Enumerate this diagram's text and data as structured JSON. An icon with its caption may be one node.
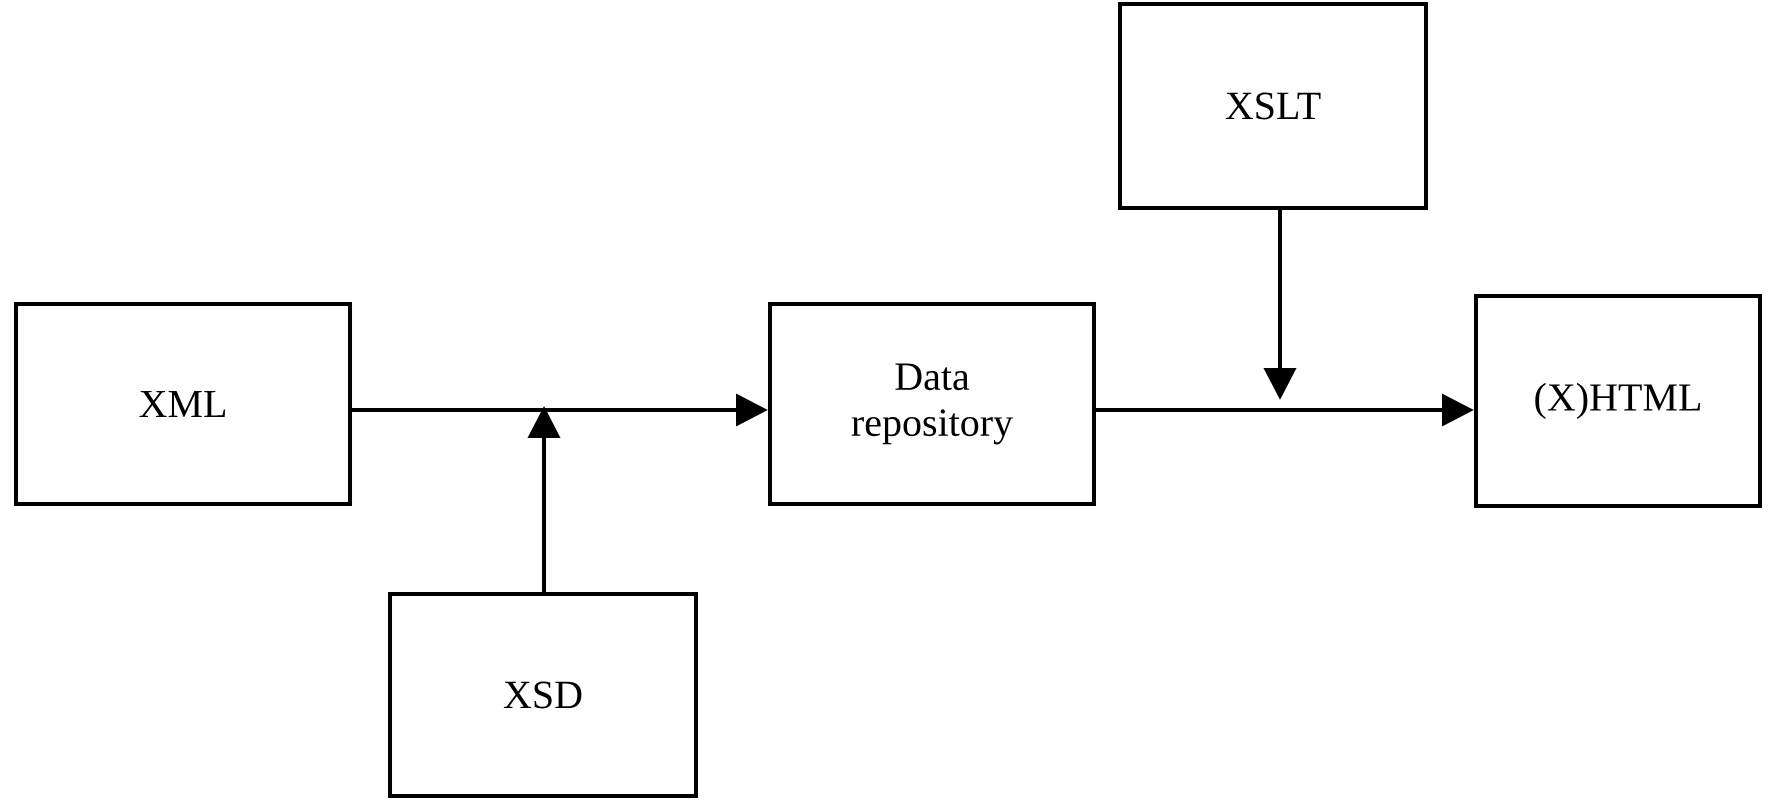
{
  "diagram": {
    "nodes": [
      {
        "text": [
          "XML"
        ]
      },
      {
        "text": [
          "XSD"
        ]
      },
      {
        "text": [
          "Data repository"
        ]
      },
      {
        "text": [
          "XSLT"
        ]
      },
      {
        "text": [
          "(X)HTML"
        ]
      }
    ],
    "edges": [
      {
        "from": 0,
        "to": 2,
        "arrow": "to"
      },
      {
        "from": 1,
        "to": null,
        "arrow": "to"
      },
      {
        "from": 2,
        "to": 4,
        "arrow": "to"
      },
      {
        "from": 3,
        "to": null,
        "arrow": "to"
      }
    ]
  }
}
